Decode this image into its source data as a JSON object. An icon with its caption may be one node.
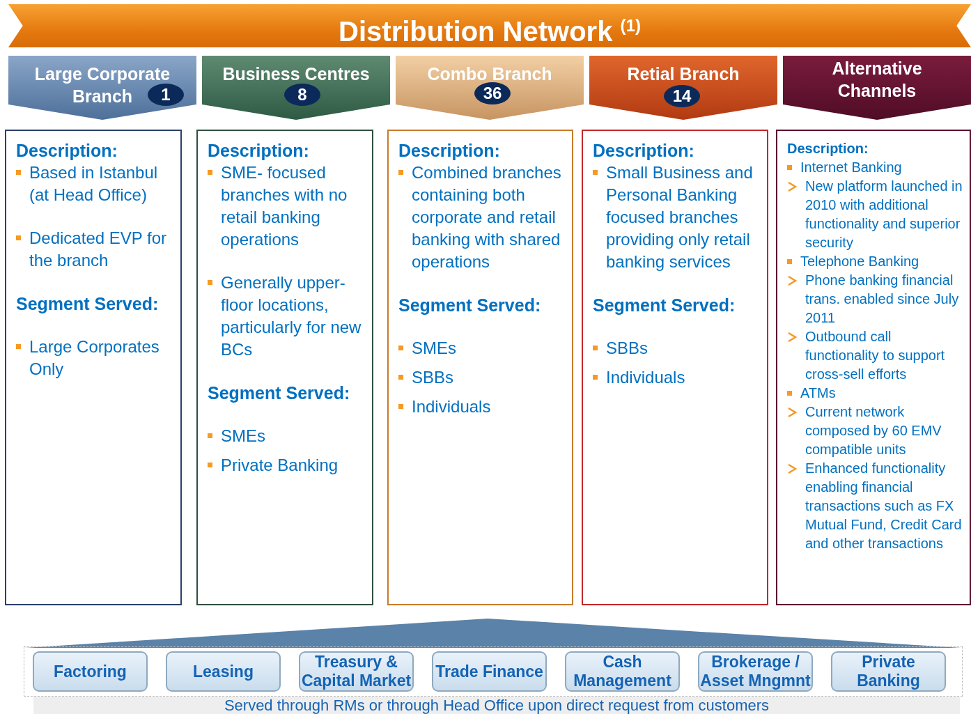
{
  "diagram": {
    "title": "Distribution Network $^{(1)}$",
    "nodes": [
      {
        "text": [
          "Large Corporate Branch",
          "1"
        ]
      },
      {
        "text": [
          "Business Centres",
          "8"
        ]
      },
      {
        "text": [
          "Combo Branch",
          "36"
        ]
      },
      {
        "text": [
          "Retial Branch",
          "14"
        ]
      },
      {
        "text": [
          "Alternative Channels"
        ]
      },
      {
        "text": [
          "Description:",
          "Based in Istanbul (at Head Office)",
          "Dedicated EVP for the branch",
          "Segment Served:",
          "Large Corporates Only"
        ]
      },
      {
        "text": [
          "Description:",
          "SME- focused branches with no retail banking operations",
          "Generally upper-floor locations, particularly for new BCs",
          "Segment Served:",
          "SMEs",
          "Private Banking"
        ]
      },
      {
        "text": [
          "Description:",
          "Combined branches containing both corporate and retail banking with shared operations",
          "Segment Served:",
          "SMEs",
          "SBBs",
          "Individuals"
        ]
      },
      {
        "text": [
          "Description:",
          "Small Business and Personal Banking focused branches providing only retail banking services",
          "Segment Served:",
          "SBBs",
          "Individuals"
        ]
      },
      {
        "text": [
          "Description:",
          "Internet Banking",
          "New platform launched in 2010 with additional functionality and superior security",
          "Telephone Banking",
          "Phone banking financial trans. enabled since July 2011",
          "Outbound call functionality to support cross-sell efforts",
          "ATMs",
          "Current network composed by 60 EMV compatible units",
          "Enhanced functionality enabling financial transactions such as FX Mutual Fund, Credit Card and other transactions"
        ]
      },
      {
        "text": [
          "Factoring"
        ]
      },
      {
        "text": [
          "Leasing"
        ]
      },
      {
        "text": [
          "Treasury & Capital Market"
        ]
      },
      {
        "text": [
          "Trade Finance"
        ]
      },
      {
        "text": [
          "Cash Management"
        ]
      },
      {
        "text": [
          "Brokerage / Asset Mngmnt"
        ]
      },
      {
        "text": [
          "Private Banking"
        ]
      }
    ],
    "edges": [],
    "labels": [
      "Served through RMs or through Head Office upon direct request from customers"
    ]
  }
}
